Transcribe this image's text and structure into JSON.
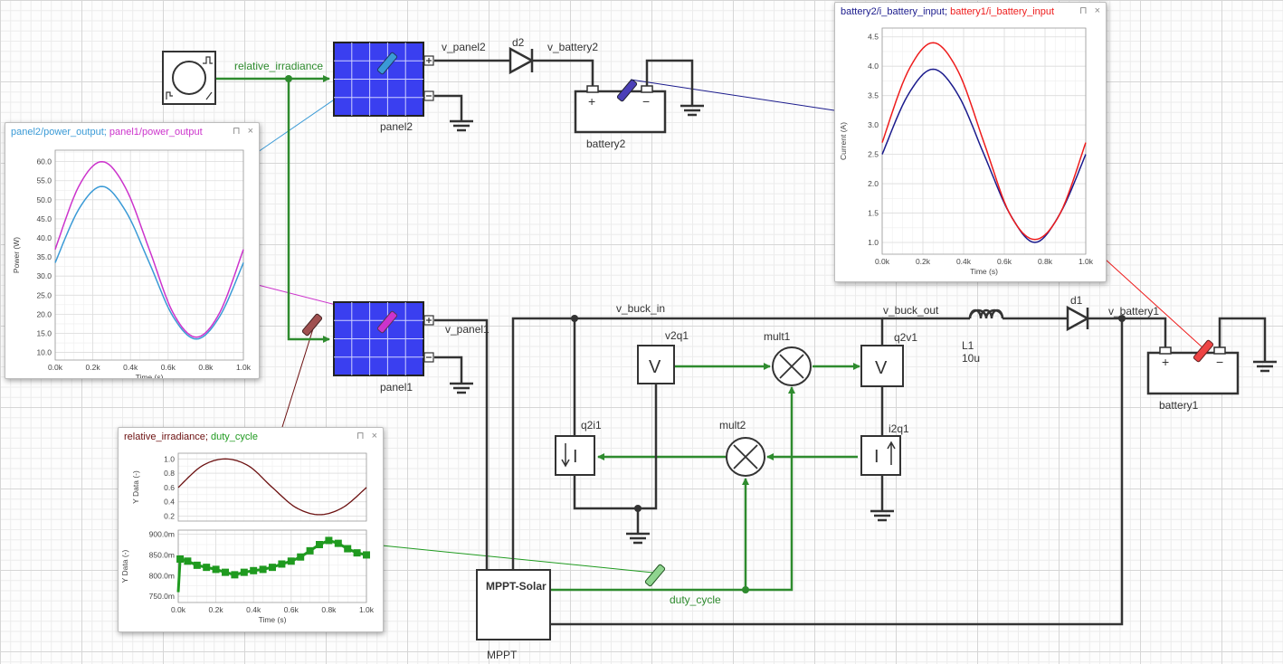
{
  "colors": {
    "wire_signal": "#2e8b2e",
    "wire_power": "#333333",
    "panel_blue": "#3a3ff0",
    "series_blue": "#1a1a8c",
    "series_red": "#ee1c1c",
    "series_cyan": "#3a9ad6",
    "series_magenta": "#cc33cc",
    "series_maroon": "#6b0f0f",
    "series_green": "#1f9a1f"
  },
  "labels": {
    "relative_irradiance": "relative_irradiance",
    "v_panel2": "v_panel2",
    "d2": "d2",
    "v_battery2": "v_battery2",
    "panel2": "panel2",
    "battery2": "battery2",
    "v_panel1": "v_panel1",
    "panel1": "panel1",
    "v_buck_in": "v_buck_in",
    "v2q1": "v2q1",
    "mult1": "mult1",
    "v_buck_out": "v_buck_out",
    "q2v1": "q2v1",
    "l1": "L1",
    "l1_value": "10u",
    "d1": "d1",
    "v_battery1": "v_battery1",
    "battery1": "battery1",
    "q2i1": "q2i1",
    "mult2": "mult2",
    "i2q1": "i2q1",
    "mppt_block": "MPPT-Solar",
    "mppt": "MPPT",
    "duty_cycle": "duty_cycle",
    "plus": "+",
    "minus": "−",
    "v_sym": "V",
    "i_sym": "I"
  },
  "icons": [
    "source-icon",
    "solar-panel-icon",
    "diode-icon",
    "battery-icon",
    "ground-icon",
    "inductor-icon",
    "multiplier-icon",
    "voltage-sensor-icon",
    "current-source-icon",
    "probe-icon",
    "pin-icon",
    "close-icon"
  ],
  "scope_battery": {
    "title_a": "battery2/i_battery_input",
    "sep": "; ",
    "title_b": "battery1/i_battery_input",
    "pin": "⊓",
    "close": "×",
    "ylabel": "Current (A)",
    "xlabel": "Time (s)"
  },
  "scope_power": {
    "title_a": "panel2/power_output",
    "sep": "; ",
    "title_b": "panel1/power_output",
    "pin": "⊓",
    "close": "×",
    "ylabel": "Power (W)",
    "xlabel": "Time (s)"
  },
  "scope_duty": {
    "title_a": "relative_irradiance",
    "sep": "; ",
    "title_b": "duty_cycle",
    "pin": "⊓",
    "close": "×",
    "ylabel_top": "Y Data (-)",
    "ylabel_bottom": "Y Data (-)",
    "xlabel": "Time (s)"
  },
  "chart_data": [
    {
      "type": "line",
      "xlabel": "Time (s)",
      "ylabel": "Current (A)",
      "xlim": [
        0,
        1000
      ],
      "ylim": [
        0.8,
        4.65
      ],
      "xticks": [
        "0.0k",
        "0.2k",
        "0.4k",
        "0.6k",
        "0.8k",
        "1.0k"
      ],
      "yticks": [
        "1.0",
        "1.5",
        "2.0",
        "2.5",
        "3.0",
        "3.5",
        "4.0",
        "4.5"
      ],
      "series": [
        {
          "name": "battery2/i_battery_input",
          "color": "#1a1a8c",
          "x": [
            0,
            125,
            250,
            375,
            500,
            625,
            750,
            875,
            1000
          ],
          "values": [
            2.5,
            3.5,
            3.95,
            3.5,
            2.5,
            1.5,
            1.0,
            1.5,
            2.5
          ]
        },
        {
          "name": "battery1/i_battery_input",
          "color": "#ee1c1c",
          "x": [
            0,
            125,
            250,
            375,
            500,
            625,
            750,
            875,
            1000
          ],
          "values": [
            2.7,
            3.9,
            4.4,
            3.9,
            2.7,
            1.5,
            1.05,
            1.5,
            2.7
          ]
        }
      ]
    },
    {
      "type": "line",
      "xlabel": "Time (s)",
      "ylabel": "Power (W)",
      "xlim": [
        0,
        1000
      ],
      "ylim": [
        8,
        63
      ],
      "xticks": [
        "0.0k",
        "0.2k",
        "0.4k",
        "0.6k",
        "0.8k",
        "1.0k"
      ],
      "yticks": [
        "10.0",
        "15.0",
        "20.0",
        "25.0",
        "30.0",
        "35.0",
        "40.0",
        "45.0",
        "50.0",
        "55.0",
        "60.0"
      ],
      "series": [
        {
          "name": "panel2/power_output",
          "color": "#3a9ad6",
          "x": [
            0,
            125,
            250,
            375,
            500,
            625,
            750,
            875,
            1000
          ],
          "values": [
            33.5,
            47.5,
            53.5,
            47,
            33.5,
            19.5,
            13.5,
            19.5,
            33.5
          ]
        },
        {
          "name": "panel1/power_output",
          "color": "#cc33cc",
          "x": [
            0,
            125,
            250,
            375,
            500,
            625,
            750,
            875,
            1000
          ],
          "values": [
            37,
            53.5,
            60,
            53,
            37,
            20.5,
            14,
            20.5,
            37
          ]
        }
      ]
    },
    {
      "type": "line",
      "xlabel": "",
      "ylabel": "Y Data (-)",
      "xlim": [
        0,
        1000
      ],
      "ylim": [
        0.13,
        1.08
      ],
      "yticks": [
        "0.2",
        "0.4",
        "0.6",
        "0.8",
        "1.0"
      ],
      "series": [
        {
          "name": "relative_irradiance",
          "color": "#6b0f0f",
          "x": [
            0,
            125,
            250,
            375,
            500,
            625,
            750,
            875,
            1000
          ],
          "values": [
            0.6,
            0.9,
            1.0,
            0.9,
            0.6,
            0.32,
            0.22,
            0.32,
            0.6
          ]
        }
      ]
    },
    {
      "type": "line",
      "xlabel": "Time (s)",
      "ylabel": "Y Data (-)",
      "xlim": [
        0,
        1000
      ],
      "ylim": [
        735,
        910
      ],
      "xticks": [
        "0.0k",
        "0.2k",
        "0.4k",
        "0.6k",
        "0.8k",
        "1.0k"
      ],
      "yticks": [
        "750.0m",
        "800.0m",
        "850.0m",
        "900.0m"
      ],
      "series": [
        {
          "name": "duty_cycle",
          "color": "#1f9a1f",
          "x": [
            0,
            10,
            50,
            100,
            150,
            200,
            250,
            300,
            350,
            400,
            450,
            500,
            550,
            600,
            650,
            700,
            750,
            800,
            850,
            900,
            950,
            1000
          ],
          "values": [
            760,
            840,
            835,
            825,
            820,
            815,
            808,
            802,
            808,
            812,
            815,
            820,
            828,
            835,
            845,
            860,
            875,
            885,
            878,
            865,
            855,
            850
          ]
        }
      ]
    }
  ]
}
